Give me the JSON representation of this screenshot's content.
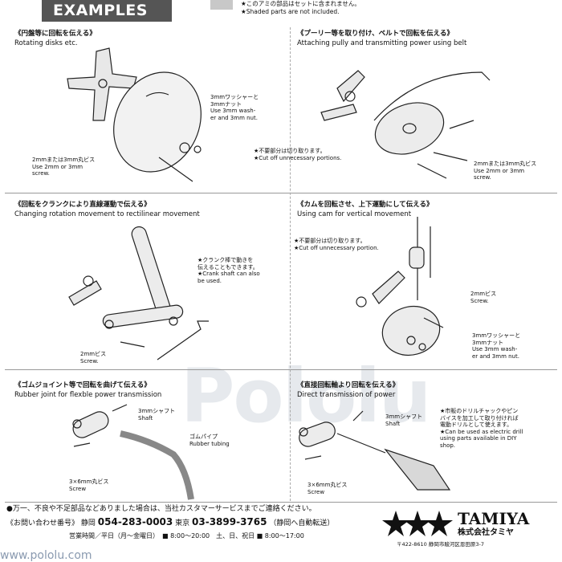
{
  "header": {
    "title": "EXAMPLES",
    "note_jp": "★このアミの部品はセットに含まれません。",
    "note_en": "★Shaded parts are not included."
  },
  "watermark": "Pololu",
  "sections": {
    "s1": {
      "title_jp": "《円盤等に回転を伝える》",
      "title_en": "Rotating disks etc.",
      "label_washer": "3mmワッシャーと\n3mmナット\nUse 3mm wash-\ner and 3mm nut.",
      "label_screw": "2mmまたは3mm丸ビス\nUse 2mm or 3mm\nscrew."
    },
    "s2": {
      "title_jp": "《プーリー等を取り付け、ベルトで回転を伝える》",
      "title_en": "Attaching pully and transmitting power using belt",
      "label_cut": "★不要部分は切り取ります。\n★Cut off unnecessary portions.",
      "label_screw": "2mmまたは3mm丸ビス\nUse 2mm or 3mm\nscrew."
    },
    "s3": {
      "title_jp": "《回転をクランクにより直線運動で伝える》",
      "title_en": "Changing rotation movement to rectilinear movement",
      "label_crank": "★クランク棒で動きを\n伝えることもできます。\n★Crank shaft can also\nbe used.",
      "label_screw": "2mmビス\nScrew."
    },
    "s4": {
      "title_jp": "《カムを回転させ、上下運動にして伝える》",
      "title_en": "Using cam for vertical movement",
      "label_cut": "★不要部分は切り取ります。\n★Cut off unnecessary portion.",
      "label_screw": "2mmビス\nScrew.",
      "label_washer": "3mmワッシャーと\n3mmナット\nUse 3mm wash-\ner and 3mm nut."
    },
    "s5": {
      "title_jp": "《ゴムジョイント等で回転を曲げて伝える》",
      "title_en": "Rubber joint for flexble power transmission",
      "label_shaft": "3mmシャフト\nShaft",
      "label_tube": "ゴムパイプ\nRubber tubing",
      "label_screw": "3×6mm丸ビス\nScrew"
    },
    "s6": {
      "title_jp": "《直接回転軸より回転を伝える》",
      "title_en": "Direct transmission of power",
      "label_shaft": "3mmシャフト\nShaft",
      "label_drill": "★市販のドリルチャックやピン\nバイスを加工して取り付ければ\n電動ドリルとして使えます。\n★Can be used as electric drill\nusing parts available in DIY\nshop.",
      "label_screw": "3×6mm丸ビス\nScrew"
    }
  },
  "footer": {
    "line1": "●万一、不良や不足部品などありました場合は、当社カスタマーサービスまでご連絡ください。",
    "contact_label": "《お問い合わせ番号》",
    "shizuoka_label": "静岡",
    "shizuoka_phone": "054-283-0003",
    "tokyo_label": "東京",
    "tokyo_phone": "03-3899-3765",
    "tokyo_note": "（静岡へ自動転送）",
    "hours": "営業時間／平日（月〜金曜日）　■ 8:00〜20:00　土、日、祝日 ■ 8:00〜17:00",
    "brand": "TAMIYA",
    "company": "株式会社タミヤ",
    "address": "〒422-8610 静岡市駿河区恩田原3-7",
    "url": "www.pololu.com"
  }
}
